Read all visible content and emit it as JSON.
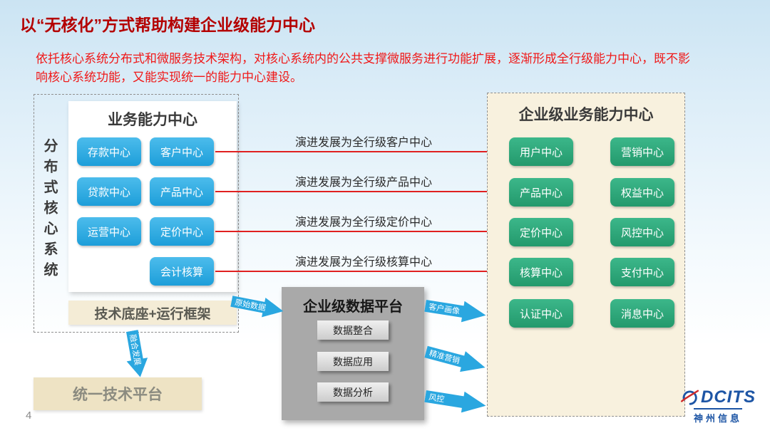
{
  "slide": {
    "title": "以“无核化”方式帮助构建企业级能力中心",
    "description": "依托核心系统分布式和微服务技术架构，对核心系统内的公共支撑微服务进行功能扩展，逐渐形成全行级能力中心，既不影响核心系统功能，又能实现统一的能力中心建设。",
    "page_number": "4"
  },
  "left_panel": {
    "side_label": "分布式核心系统",
    "box_title": "业务能力中心",
    "centers": [
      "存款中心",
      "客户中心",
      "贷款中心",
      "产品中心",
      "运营中心",
      "定价中心",
      "会计核算"
    ],
    "tech_base": "技术底座+运行框架",
    "unified_platform": "统一技术平台"
  },
  "evolution_arrows": [
    "演进发展为全行级客户中心",
    "演进发展为全行级产品中心",
    "演进发展为全行级定价中心",
    "演进发展为全行级核算中心"
  ],
  "data_platform": {
    "title": "企业级数据平台",
    "items": [
      "数据整合",
      "数据应用",
      "数据分析"
    ],
    "input_arrow": "原始数据",
    "output_arrows": [
      "客户画像",
      "精准营销",
      "风控"
    ]
  },
  "fusion_arrow": "融合发展",
  "right_panel": {
    "title": "企业级业务能力中心",
    "centers": [
      "用户中心",
      "营销中心",
      "产品中心",
      "权益中心",
      "定价中心",
      "风控中心",
      "核算中心",
      "支付中心",
      "认证中心",
      "消息中心"
    ]
  },
  "logo": {
    "brand": "DCITS",
    "company": "神州信息",
    "icon": "dcits-swoosh"
  },
  "colors": {
    "title_red": "#b40000",
    "body_red": "#f01818",
    "blue_button": "#29a7e0",
    "green_button": "#2aa478",
    "arrow_red": "#e02020",
    "panel_beige": "#f8f1de",
    "platform_gray": "#a9a9a9"
  }
}
